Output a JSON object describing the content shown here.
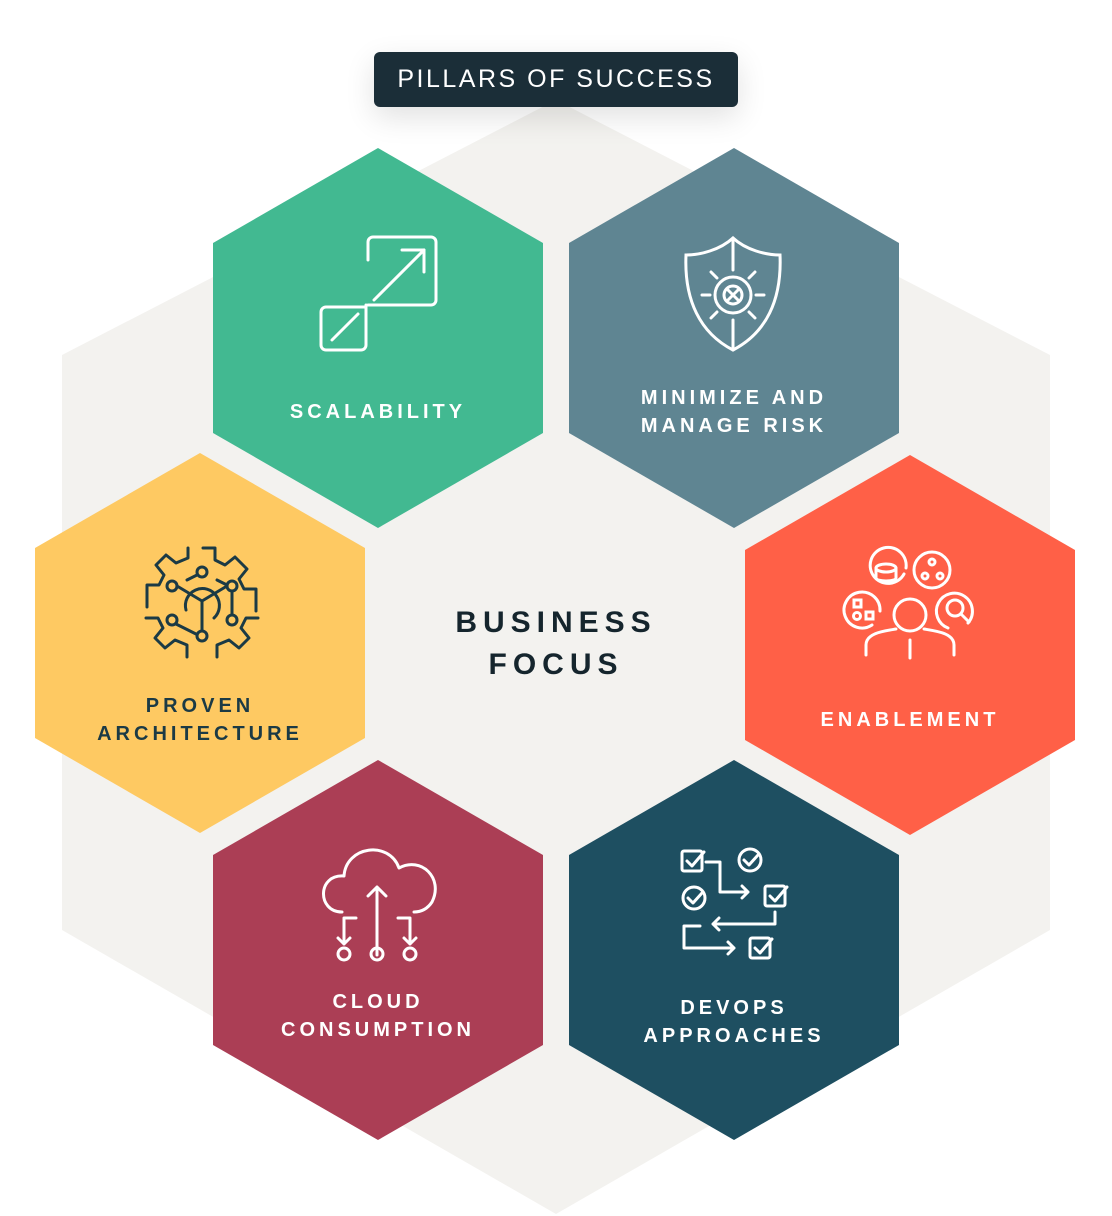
{
  "title": "PILLARS OF SUCCESS",
  "center": {
    "line1": "BUSINESS",
    "line2": "FOCUS"
  },
  "colors": {
    "background_hex": "#f3f2ef",
    "title_bg": "#1b2e38",
    "scalability": "#42b991",
    "risk": "#5f8592",
    "architecture": "#fec962",
    "enablement": "#ff6047",
    "cloud": "#ab3e55",
    "devops": "#1e4f61"
  },
  "pillars": [
    {
      "id": "scalability",
      "lines": [
        "SCALABILITY"
      ],
      "icon": "scale-arrows-icon"
    },
    {
      "id": "risk",
      "lines": [
        "MINIMIZE AND",
        "MANAGE RISK"
      ],
      "icon": "shield-icon"
    },
    {
      "id": "architecture",
      "lines": [
        "PROVEN",
        "ARCHITECTURE"
      ],
      "icon": "gear-network-icon"
    },
    {
      "id": "enablement",
      "lines": [
        "ENABLEMENT"
      ],
      "icon": "person-ideas-icon"
    },
    {
      "id": "cloud",
      "lines": [
        "CLOUD",
        "CONSUMPTION"
      ],
      "icon": "cloud-arrows-icon"
    },
    {
      "id": "devops",
      "lines": [
        "DEVOPS",
        "APPROACHES"
      ],
      "icon": "workflow-checks-icon"
    }
  ]
}
